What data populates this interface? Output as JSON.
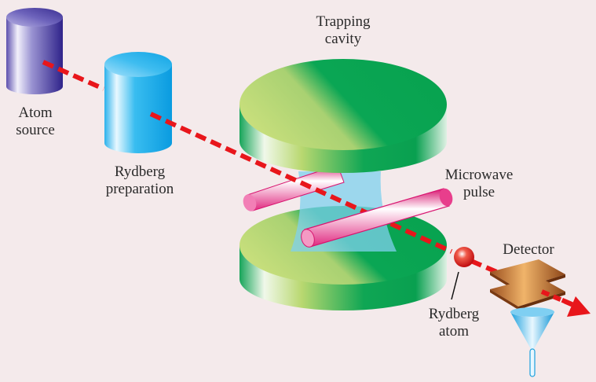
{
  "diagram": {
    "title": "Rydberg atom cavity QED experiment",
    "labels": {
      "atom_source": [
        "Atom",
        "source"
      ],
      "rydberg_preparation": [
        "Rydberg",
        "preparation"
      ],
      "trapping_cavity": [
        "Trapping",
        "cavity"
      ],
      "microwave_pulse": [
        "Microwave",
        "pulse"
      ],
      "detector": [
        "Detector"
      ],
      "rydberg_atom": [
        "Rydberg",
        "atom"
      ]
    },
    "colors": {
      "background": "#f4eaeb",
      "atom_source": "#4b3f9a",
      "rydberg_preparation": "#1aa8e6",
      "cavity": "#0aa555",
      "microwave_pulse": "#e4147a",
      "beam": "#e8161b",
      "detector": "#b5652a",
      "funnel": "#1fa6e0",
      "atom": "#e01818",
      "field": "#7fd0ee"
    },
    "components": [
      {
        "id": "atom-source",
        "shape": "cylinder"
      },
      {
        "id": "rydberg-preparation",
        "shape": "cylinder"
      },
      {
        "id": "cavity-mirror-top",
        "shape": "disk"
      },
      {
        "id": "cavity-mirror-bottom",
        "shape": "disk"
      },
      {
        "id": "microwave-pulse-rod-back",
        "shape": "rod"
      },
      {
        "id": "microwave-pulse-rod-front",
        "shape": "rod"
      },
      {
        "id": "rydberg-atom",
        "shape": "sphere"
      },
      {
        "id": "detector-plates",
        "shape": "plates"
      },
      {
        "id": "detector-funnel",
        "shape": "funnel"
      },
      {
        "id": "atom-beam",
        "shape": "dashed-arrow"
      }
    ]
  }
}
